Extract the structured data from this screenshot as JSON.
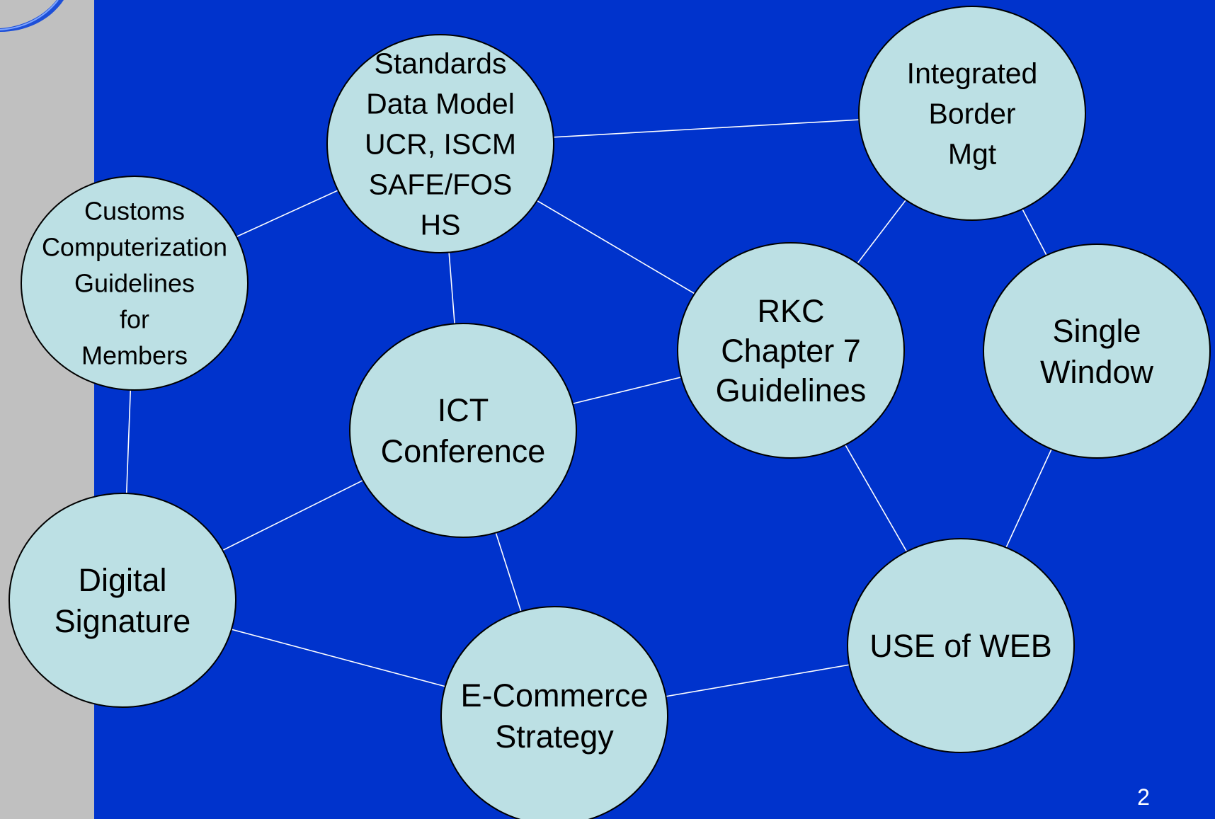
{
  "colors": {
    "background": "#0033cc",
    "left_strip": "#c0c0c0",
    "node_fill": "#bce0e4",
    "node_stroke": "#000000",
    "edge": "#ffffff"
  },
  "nodes": {
    "standards": [
      "Standards",
      "Data Model",
      "UCR, ISCM",
      "SAFE/FOS",
      "HS"
    ],
    "integrated_border": [
      "Integrated",
      "Border",
      "Mgt"
    ],
    "customs_computerization": [
      "Customs",
      "Computerization",
      "Guidelines",
      "for",
      "Members"
    ],
    "rkc": [
      "RKC",
      "Chapter 7",
      "Guidelines"
    ],
    "single_window": [
      "Single",
      "Window"
    ],
    "ict_conference": [
      "ICT",
      "Conference"
    ],
    "digital_signature": [
      "Digital",
      "Signature"
    ],
    "use_of_web": [
      "USE of WEB"
    ],
    "ecommerce": [
      "E-Commerce",
      "Strategy"
    ]
  },
  "edges": [
    [
      "standards",
      "integrated_border"
    ],
    [
      "standards",
      "customs_computerization"
    ],
    [
      "standards",
      "ict_conference"
    ],
    [
      "standards",
      "rkc"
    ],
    [
      "integrated_border",
      "rkc"
    ],
    [
      "integrated_border",
      "single_window"
    ],
    [
      "customs_computerization",
      "digital_signature"
    ],
    [
      "ict_conference",
      "digital_signature"
    ],
    [
      "ict_conference",
      "rkc"
    ],
    [
      "ict_conference",
      "ecommerce"
    ],
    [
      "rkc",
      "use_of_web"
    ],
    [
      "single_window",
      "use_of_web"
    ],
    [
      "digital_signature",
      "ecommerce"
    ],
    [
      "ecommerce",
      "use_of_web"
    ]
  ],
  "page_number": "2"
}
